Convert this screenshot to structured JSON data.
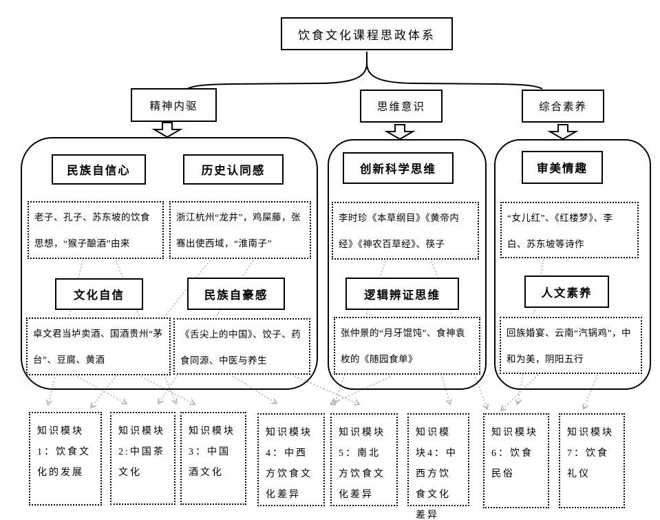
{
  "title": {
    "text": "饮食文化课程思政体系"
  },
  "branches": [
    {
      "label": "精神内驱",
      "cells": [
        {
          "heading": "民族自信心",
          "content": "老子、孔子、苏东坡的饮食思想，“猴子酿酒”由来"
        },
        {
          "heading": "历史认同感",
          "content": "浙江杭州“龙井”，鸡屎藤，张骞出使西域，“淮南子”"
        },
        {
          "heading": "文化自信",
          "content": "卓文君当垆卖酒、国酒贵州“茅台”、豆腐、黄酒"
        },
        {
          "heading": "民族自豪感",
          "content": "《舌尖上的中国》、饺子、药食同源、中医与养生"
        }
      ]
    },
    {
      "label": "思维意识",
      "cells": [
        {
          "heading": "创新科学思维",
          "content": "李时珍《本草纲目》《黄帝内经》《神农百草经》、筷子"
        },
        {
          "heading": "逻辑辨证思维",
          "content": "张仲景的“月牙馄饨”、食神袁枚的《随园食单》"
        }
      ]
    },
    {
      "label": "综合素养",
      "cells": [
        {
          "heading": "审美情趣",
          "content": "“女儿红”、《红楼梦》、李白、苏东坡等诗作"
        },
        {
          "heading": "人文素养",
          "content": "回族婚宴、云南“汽锅鸡”，中和为美，阴阳五行"
        }
      ]
    }
  ],
  "modules": [
    "知识模块1：饮食文化的发展",
    "知识模块2:中国茶文化",
    "知识模块3：中国酒文化",
    "知识模块4：中西方饮食文化差异",
    "知识模块5：南北方饮食文化差异",
    "知识模块4：中西方饮食文化差异",
    "知识模块6：饮食民俗",
    "知识模块7：饮食礼仪"
  ],
  "colors": {
    "line": "#000000",
    "arrow_gray": "#b0b0b0",
    "background": "#ffffff",
    "text": "#000000"
  }
}
